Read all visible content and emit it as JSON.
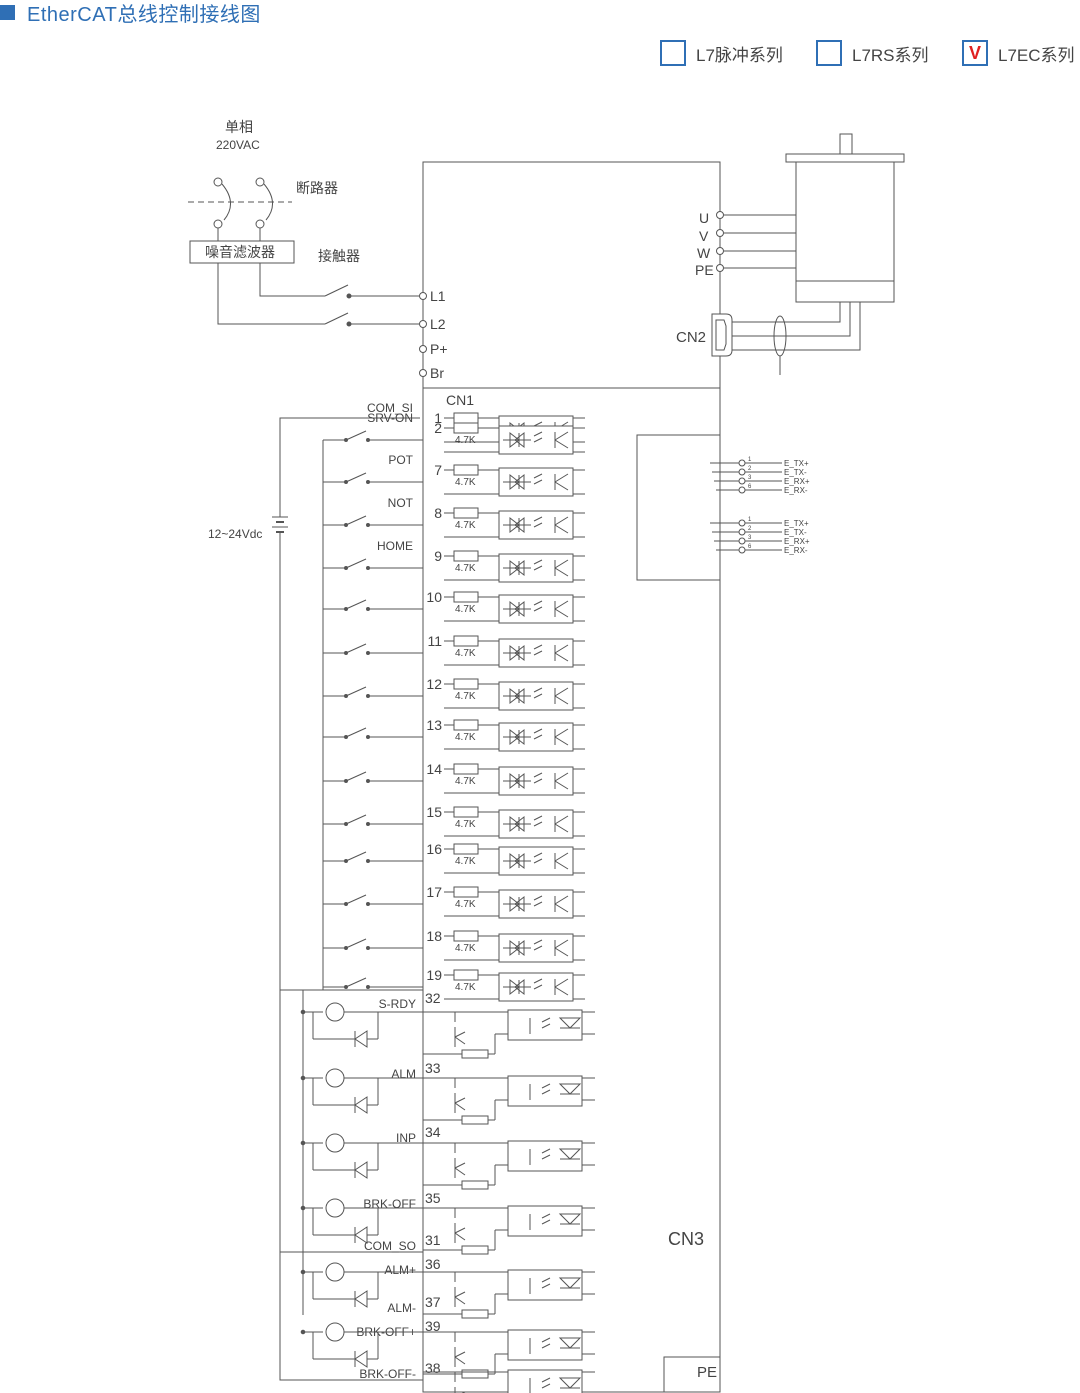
{
  "title": "EtherCAT总线控制接线图",
  "series_options": [
    {
      "label": "L7脉冲系列",
      "mark": ""
    },
    {
      "label": "L7RS系列",
      "mark": ""
    },
    {
      "label": "L7EC系列",
      "mark": "V"
    }
  ],
  "power": {
    "phase_label": "单相",
    "voltage_label": "220VAC",
    "breaker_label": "断路器",
    "filter_label": "噪音滤波器",
    "contactor_label": "接触器",
    "terminals": [
      "L1",
      "L2",
      "P+",
      "Br"
    ]
  },
  "motor": {
    "terminals": [
      "U",
      "V",
      "W",
      "PE"
    ],
    "encoder_connector": "CN2"
  },
  "ethercat": {
    "port1": [
      "E_TX+",
      "E_TX-",
      "E_RX+",
      "E_RX-"
    ],
    "port2": [
      "E_TX+",
      "E_TX-",
      "E_RX+",
      "E_RX-"
    ],
    "pin_numbers": [
      "1",
      "2",
      "3",
      "6"
    ]
  },
  "cn1_label": "CN1",
  "cn3_label": "CN3",
  "pe_label": "PE",
  "supply_label": "12~24Vdc",
  "resistor_label": "4.7K",
  "inputs": [
    {
      "pin": "1",
      "name": "COM_SI"
    },
    {
      "pin": "2",
      "name": "SRV-ON"
    },
    {
      "pin": "7",
      "name": "POT"
    },
    {
      "pin": "8",
      "name": "NOT"
    },
    {
      "pin": "9",
      "name": "HOME"
    },
    {
      "pin": "10",
      "name": ""
    },
    {
      "pin": "11",
      "name": ""
    },
    {
      "pin": "12",
      "name": ""
    },
    {
      "pin": "13",
      "name": ""
    },
    {
      "pin": "14",
      "name": ""
    },
    {
      "pin": "15",
      "name": ""
    },
    {
      "pin": "16",
      "name": ""
    },
    {
      "pin": "17",
      "name": ""
    },
    {
      "pin": "18",
      "name": ""
    },
    {
      "pin": "19",
      "name": ""
    }
  ],
  "outputs": [
    {
      "pin": "32",
      "name": "S-RDY"
    },
    {
      "pin": "33",
      "name": "ALM"
    },
    {
      "pin": "34",
      "name": "INP"
    },
    {
      "pin": "35",
      "name": "BRK-OFF"
    },
    {
      "pin": "31",
      "name": "COM_SO"
    },
    {
      "pin": "36",
      "name": "ALM+"
    },
    {
      "pin": "37",
      "name": "ALM-"
    },
    {
      "pin": "39",
      "name": "BRK-OFF+"
    },
    {
      "pin": "38",
      "name": "BRK-OFF-"
    }
  ]
}
